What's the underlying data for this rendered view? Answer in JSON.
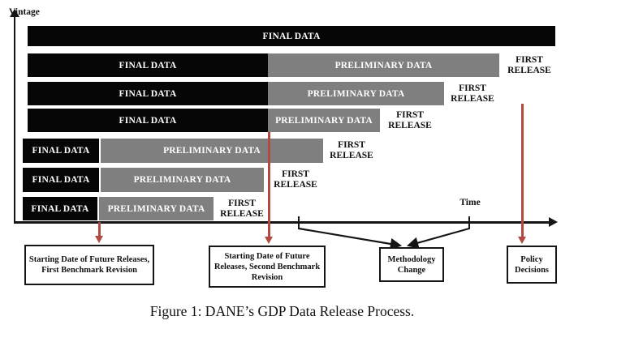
{
  "figure": {
    "y_axis_label": "Vintage",
    "x_axis_label": "Time",
    "rows": [
      {
        "segments": [
          {
            "kind": "final-data",
            "label": "FINAL DATA"
          }
        ]
      },
      {
        "segments": [
          {
            "kind": "final-data",
            "label": "FINAL DATA"
          },
          {
            "kind": "preliminary-data",
            "label": "PRELIMINARY DATA"
          }
        ],
        "first_release": "FIRST RELEASE"
      },
      {
        "segments": [
          {
            "kind": "final-data",
            "label": "FINAL DATA"
          },
          {
            "kind": "preliminary-data",
            "label": "PRELIMINARY DATA"
          }
        ],
        "first_release": "FIRST RELEASE"
      },
      {
        "segments": [
          {
            "kind": "final-data",
            "label": "FINAL DATA"
          },
          {
            "kind": "preliminary-data",
            "label": "PRELIMINARY DATA"
          }
        ],
        "first_release": "FIRST RELEASE"
      },
      {
        "segments": [
          {
            "kind": "final-data",
            "label": "FINAL DATA"
          },
          {
            "kind": "preliminary-data",
            "label": "PRELIMINARY DATA"
          }
        ],
        "first_release": "FIRST RELEASE"
      },
      {
        "segments": [
          {
            "kind": "final-data",
            "label": "FINAL DATA"
          },
          {
            "kind": "preliminary-data",
            "label": "PRELIMINARY DATA"
          }
        ],
        "first_release": "FIRST RELEASE"
      },
      {
        "segments": [
          {
            "kind": "final-data",
            "label": "FINAL DATA"
          },
          {
            "kind": "preliminary-data",
            "label": "PRELIMINARY DATA"
          }
        ],
        "first_release": "FIRST RELEASE"
      }
    ],
    "annotation_boxes": [
      {
        "label": "Starting Date of Future Releases, First Benchmark Revision"
      },
      {
        "label": "Starting Date of Future Releases, Second Benchmark Revision"
      },
      {
        "label": "Methodology Change"
      },
      {
        "label": "Policy Decisions"
      }
    ],
    "colors": {
      "final_data": "#060606",
      "preliminary_data": "#7f7f7f",
      "red_arrow": "#b04a42",
      "axis": "#151515"
    }
  },
  "caption": "Figure 1: DANE’s GDP Data Release Process."
}
